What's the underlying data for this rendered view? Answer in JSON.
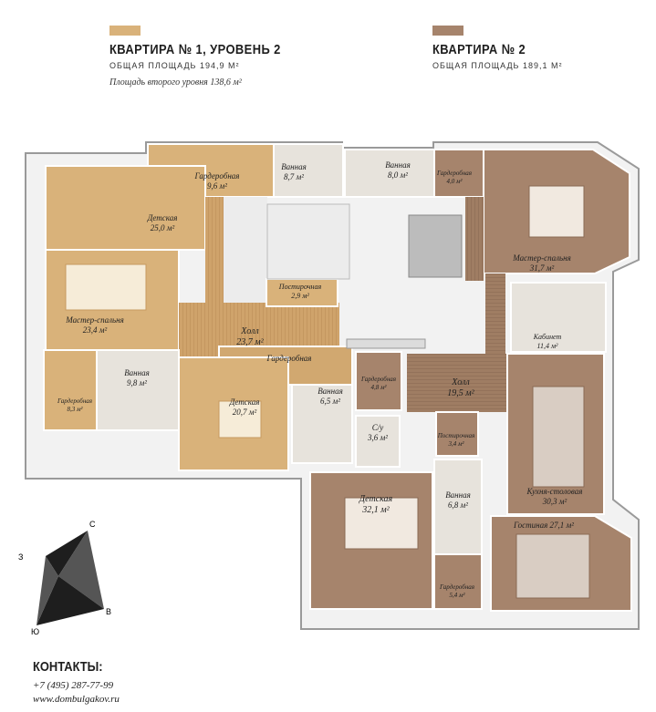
{
  "legend": {
    "apt1": {
      "title": "КВАРТИРА № 1, УРОВЕНЬ 2",
      "area": "ОБЩАЯ ПЛОЩАДЬ 194,9 М²",
      "note": "Площадь второго уровня 138,6 м²",
      "color": "#d9b27a"
    },
    "apt2": {
      "title": "КВАРТИРА № 2",
      "area": "ОБЩАЯ ПЛОЩАДЬ 189,1 М²",
      "color": "#a6846c"
    }
  },
  "rooms": [
    {
      "id": "wardrobe-top-a1",
      "name": "Гардеробная",
      "area": "9,6 м²",
      "apt": 1
    },
    {
      "id": "bath-top-a1",
      "name": "Ванная",
      "area": "8,7 м²",
      "apt": 1
    },
    {
      "id": "bath-top-a2",
      "name": "Ванная",
      "area": "8,0 м²",
      "apt": 2
    },
    {
      "id": "wardrobe-top-a2",
      "name": "Гардеробная",
      "area": "4,0 м²",
      "apt": 2
    },
    {
      "id": "kids-top-a1",
      "name": "Детская",
      "area": "25,0 м²",
      "apt": 1
    },
    {
      "id": "master-a2",
      "name": "Мастер-спальня",
      "area": "31,7 м²",
      "apt": 2
    },
    {
      "id": "laundry-a1",
      "name": "Постирочная",
      "area": "2,9 м²",
      "apt": 1
    },
    {
      "id": "master-a1",
      "name": "Мастер-спальня",
      "area": "23,4 м²",
      "apt": 1
    },
    {
      "id": "hall-a1",
      "name": "Холл",
      "area": "23,7 м²",
      "apt": 1
    },
    {
      "id": "study-a2",
      "name": "Кабинет",
      "area": "11,4 м²",
      "apt": 2
    },
    {
      "id": "wardrobe-mid-a1",
      "name": "Гардеробная",
      "area": "",
      "apt": 1
    },
    {
      "id": "wardrobe-left-a1",
      "name": "Гардеробная",
      "area": "8,3 м²",
      "apt": 1
    },
    {
      "id": "bath-left-a1",
      "name": "Ванная",
      "area": "9,8 м²",
      "apt": 1
    },
    {
      "id": "wardrobe-mid-a2",
      "name": "Гардеробная",
      "area": "4,8 м²",
      "apt": 2
    },
    {
      "id": "hall-a2",
      "name": "Холл",
      "area": "19,5 м²",
      "apt": 2
    },
    {
      "id": "kids-mid-a1",
      "name": "Детская",
      "area": "20,7 м²",
      "apt": 1
    },
    {
      "id": "bath-mid-a1",
      "name": "Ванная",
      "area": "6,5 м²",
      "apt": 1
    },
    {
      "id": "wc-a2",
      "name": "С/у",
      "area": "3,6 м²",
      "apt": 2
    },
    {
      "id": "laundry-a2",
      "name": "Постирочная",
      "area": "3,4 м²",
      "apt": 2
    },
    {
      "id": "kitchen-a2",
      "name": "Кухня-столовая",
      "area": "30,3 м²",
      "apt": 2
    },
    {
      "id": "kids-a2",
      "name": "Детская",
      "area": "32,1 м²",
      "apt": 2
    },
    {
      "id": "bath-low-a2",
      "name": "Ванная",
      "area": "6,8 м²",
      "apt": 2
    },
    {
      "id": "living-a2",
      "name": "Гостиная 27,1 м²",
      "area": "",
      "apt": 2
    },
    {
      "id": "wardrobe-low-a2",
      "name": "Гардеробная",
      "area": "5,4 м²",
      "apt": 2
    }
  ],
  "compass": {
    "n": "С",
    "s": "Ю",
    "w": "З",
    "e": "В"
  },
  "contacts": {
    "title": "КОНТАКТЫ:",
    "phone": "+7 (495) 287-77-99",
    "site": "www.dombulgakov.ru"
  }
}
